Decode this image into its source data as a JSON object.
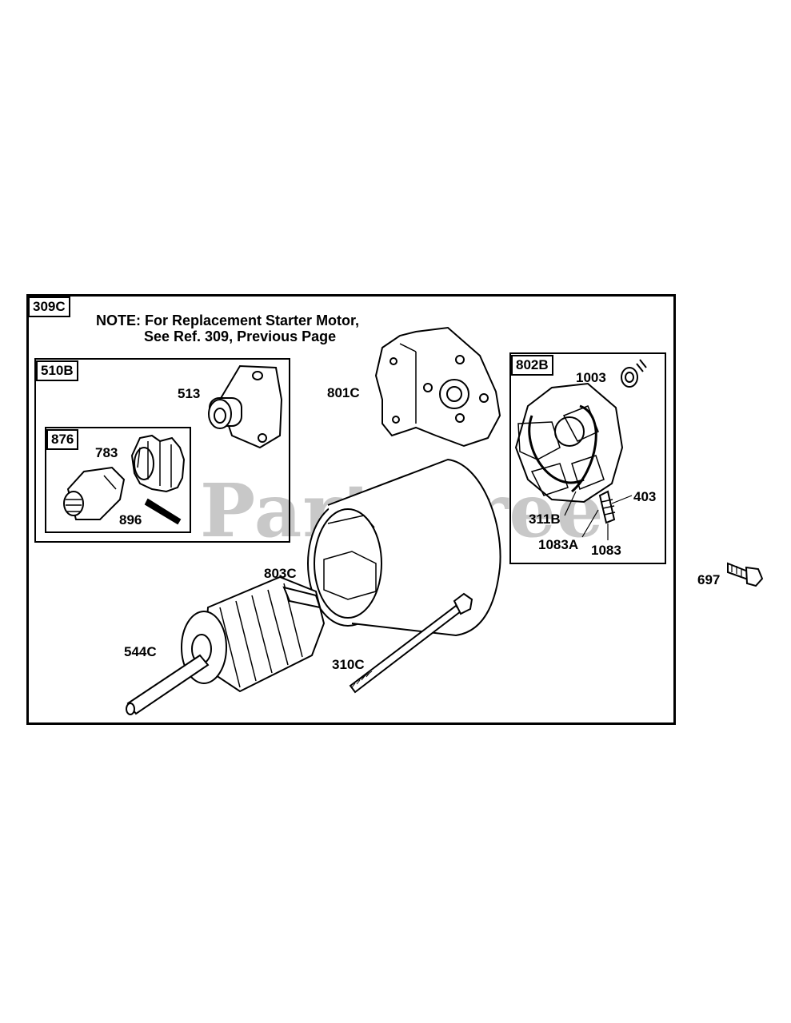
{
  "watermark": "PartsTree",
  "note": {
    "line1": "NOTE: For Replacement Starter Motor,",
    "line2": "See Ref. 309, Previous Page"
  },
  "groups": {
    "main": "309C",
    "drive": "510B",
    "pinion": "876",
    "brush": "802B"
  },
  "parts": {
    "p513": "513",
    "p783": "783",
    "p896": "896",
    "p801C": "801C",
    "p1003": "1003",
    "p403": "403",
    "p311B": "311B",
    "p1083A": "1083A",
    "p1083": "1083",
    "p697": "697",
    "p803C": "803C",
    "p544C": "544C",
    "p310C": "310C"
  }
}
